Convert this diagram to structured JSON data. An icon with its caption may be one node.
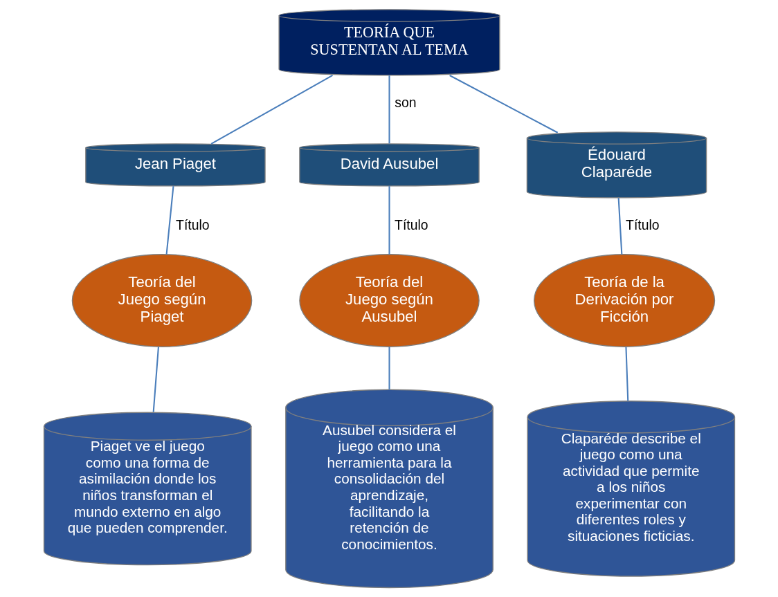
{
  "diagram": {
    "nodes": [
      {
        "text": [
          "TEORÍA QUE SUSTENTAN AL TEMA"
        ]
      },
      {
        "text": [
          "Jean Piaget"
        ]
      },
      {
        "text": [
          "David Ausubel"
        ]
      },
      {
        "text": [
          "Édouard Claparéde"
        ]
      },
      {
        "text": [
          "Teoría del Juego según Piaget"
        ]
      },
      {
        "text": [
          "Teoría del Juego según Ausubel"
        ]
      },
      {
        "text": [
          "Teoría de la Derivación por Ficción"
        ]
      },
      {
        "text": [
          "Piaget ve el juego como una forma de asimilación donde los niños transforman el mundo externo en algo que pueden comprender."
        ]
      },
      {
        "text": [
          "Ausubel considera el juego como una herramienta para la consolidación del aprendizaje, facilitando la retención de conocimientos."
        ]
      },
      {
        "text": [
          "Claparéde describe el juego como una actividad que permite a los niños experimentar con diferentes roles y situaciones ficticias."
        ]
      }
    ],
    "edges": [
      {
        "from": 0,
        "to": 1,
        "arrow": "none"
      },
      {
        "from": 0,
        "to": 2,
        "arrow": "none",
        "label": "son"
      },
      {
        "from": 0,
        "to": 3,
        "arrow": "none"
      },
      {
        "from": 1,
        "to": 4,
        "arrow": "none",
        "label": "Título"
      },
      {
        "from": 2,
        "to": 5,
        "arrow": "none",
        "label": "Título"
      },
      {
        "from": 3,
        "to": 6,
        "arrow": "none",
        "label": "Título"
      },
      {
        "from": 4,
        "to": 7,
        "arrow": "none"
      },
      {
        "from": 5,
        "to": 8,
        "arrow": "none"
      },
      {
        "from": 6,
        "to": 9,
        "arrow": "none"
      }
    ]
  }
}
